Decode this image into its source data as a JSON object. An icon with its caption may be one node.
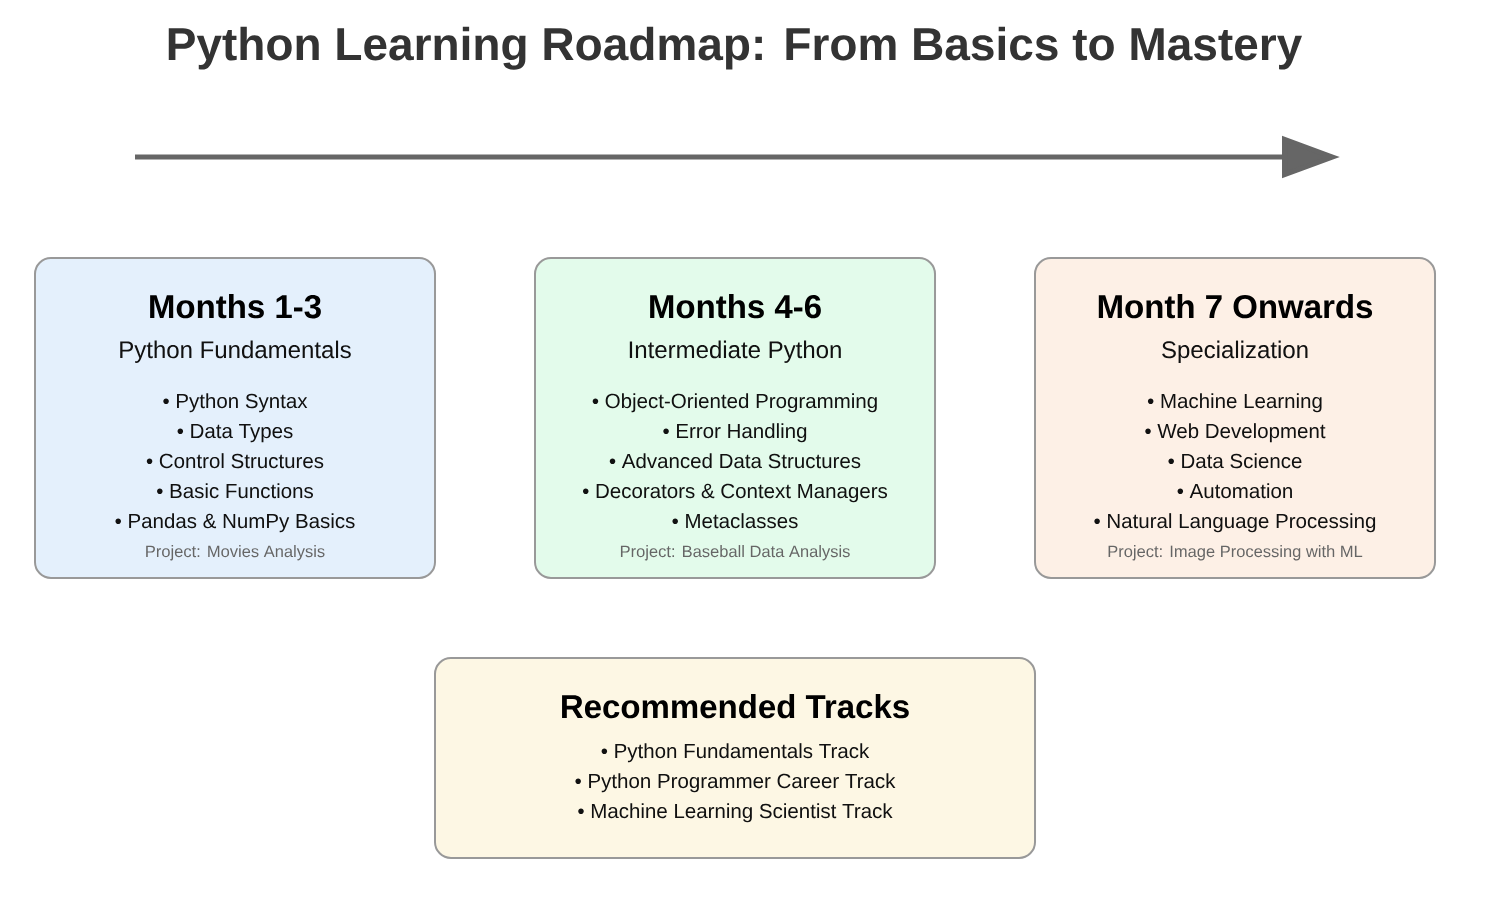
{
  "diagram": {
    "title": "Python Learning Roadmap: From Basics to Mastery",
    "nodes": [
      {
        "text": [
          "Months 1-3",
          "Python Fundamentals",
          "• Python Syntax",
          "• Data Types",
          "• Control Structures",
          "• Basic Functions",
          "• Pandas & NumPy Basics",
          "Project: Movies Analysis"
        ]
      },
      {
        "text": [
          "Months 4-6",
          "Intermediate Python",
          "• Object-Oriented Programming",
          "• Error Handling",
          "• Advanced Data Structures",
          "• Decorators & Context Managers",
          "• Metaclasses",
          "Project: Baseball Data Analysis"
        ]
      },
      {
        "text": [
          "Month 7 Onwards",
          "Specialization",
          "• Machine Learning",
          "• Web Development",
          "• Data Science",
          "• Automation",
          "• Natural Language Processing",
          "Project: Image Processing with ML"
        ]
      },
      {
        "text": [
          "Recommended Tracks",
          "• Python Fundamentals Track",
          "• Python Programmer Career Track",
          "• Machine Learning Scientist Track"
        ]
      }
    ]
  }
}
